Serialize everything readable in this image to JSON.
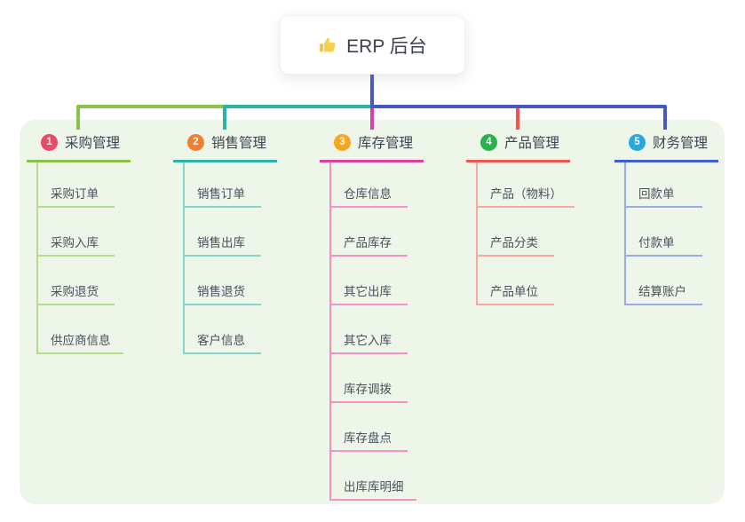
{
  "root": {
    "label": "ERP 后台",
    "icon": "thumbs-up-icon"
  },
  "branches": [
    {
      "badge": "1",
      "label": "采购管理",
      "color": "#8ac24a",
      "badge_color": "#ea4c68",
      "child_color": "#b8dc8d",
      "children": [
        "采购订单",
        "采购入库",
        "采购退货",
        "供应商信息"
      ]
    },
    {
      "badge": "2",
      "label": "销售管理",
      "color": "#2ab4a9",
      "badge_color": "#f57d2c",
      "child_color": "#84d6cd",
      "children": [
        "销售订单",
        "销售出库",
        "销售退货",
        "客户信息"
      ]
    },
    {
      "badge": "3",
      "label": "库存管理",
      "color": "#dc3f9f",
      "badge_color": "#f9a61d",
      "child_color": "#f490c4",
      "children": [
        "仓库信息",
        "产品库存",
        "其它出库",
        "其它入库",
        "库存调拨",
        "库存盘点",
        "出库库明细"
      ]
    },
    {
      "badge": "4",
      "label": "产品管理",
      "color": "#f4534e",
      "badge_color": "#28b24e",
      "child_color": "#fba69e",
      "children": [
        "产品（物料）",
        "产品分类",
        "产品单位"
      ]
    },
    {
      "badge": "5",
      "label": "财务管理",
      "color": "#3f5fd0",
      "badge_color": "#29a7e1",
      "child_color": "#9cabe6",
      "children": [
        "回款单",
        "付款单",
        "结算账户"
      ]
    }
  ],
  "colors": {
    "stem": "#4758c5",
    "panel_background": "#edf6e9",
    "canvas_background": "#ffffff"
  }
}
